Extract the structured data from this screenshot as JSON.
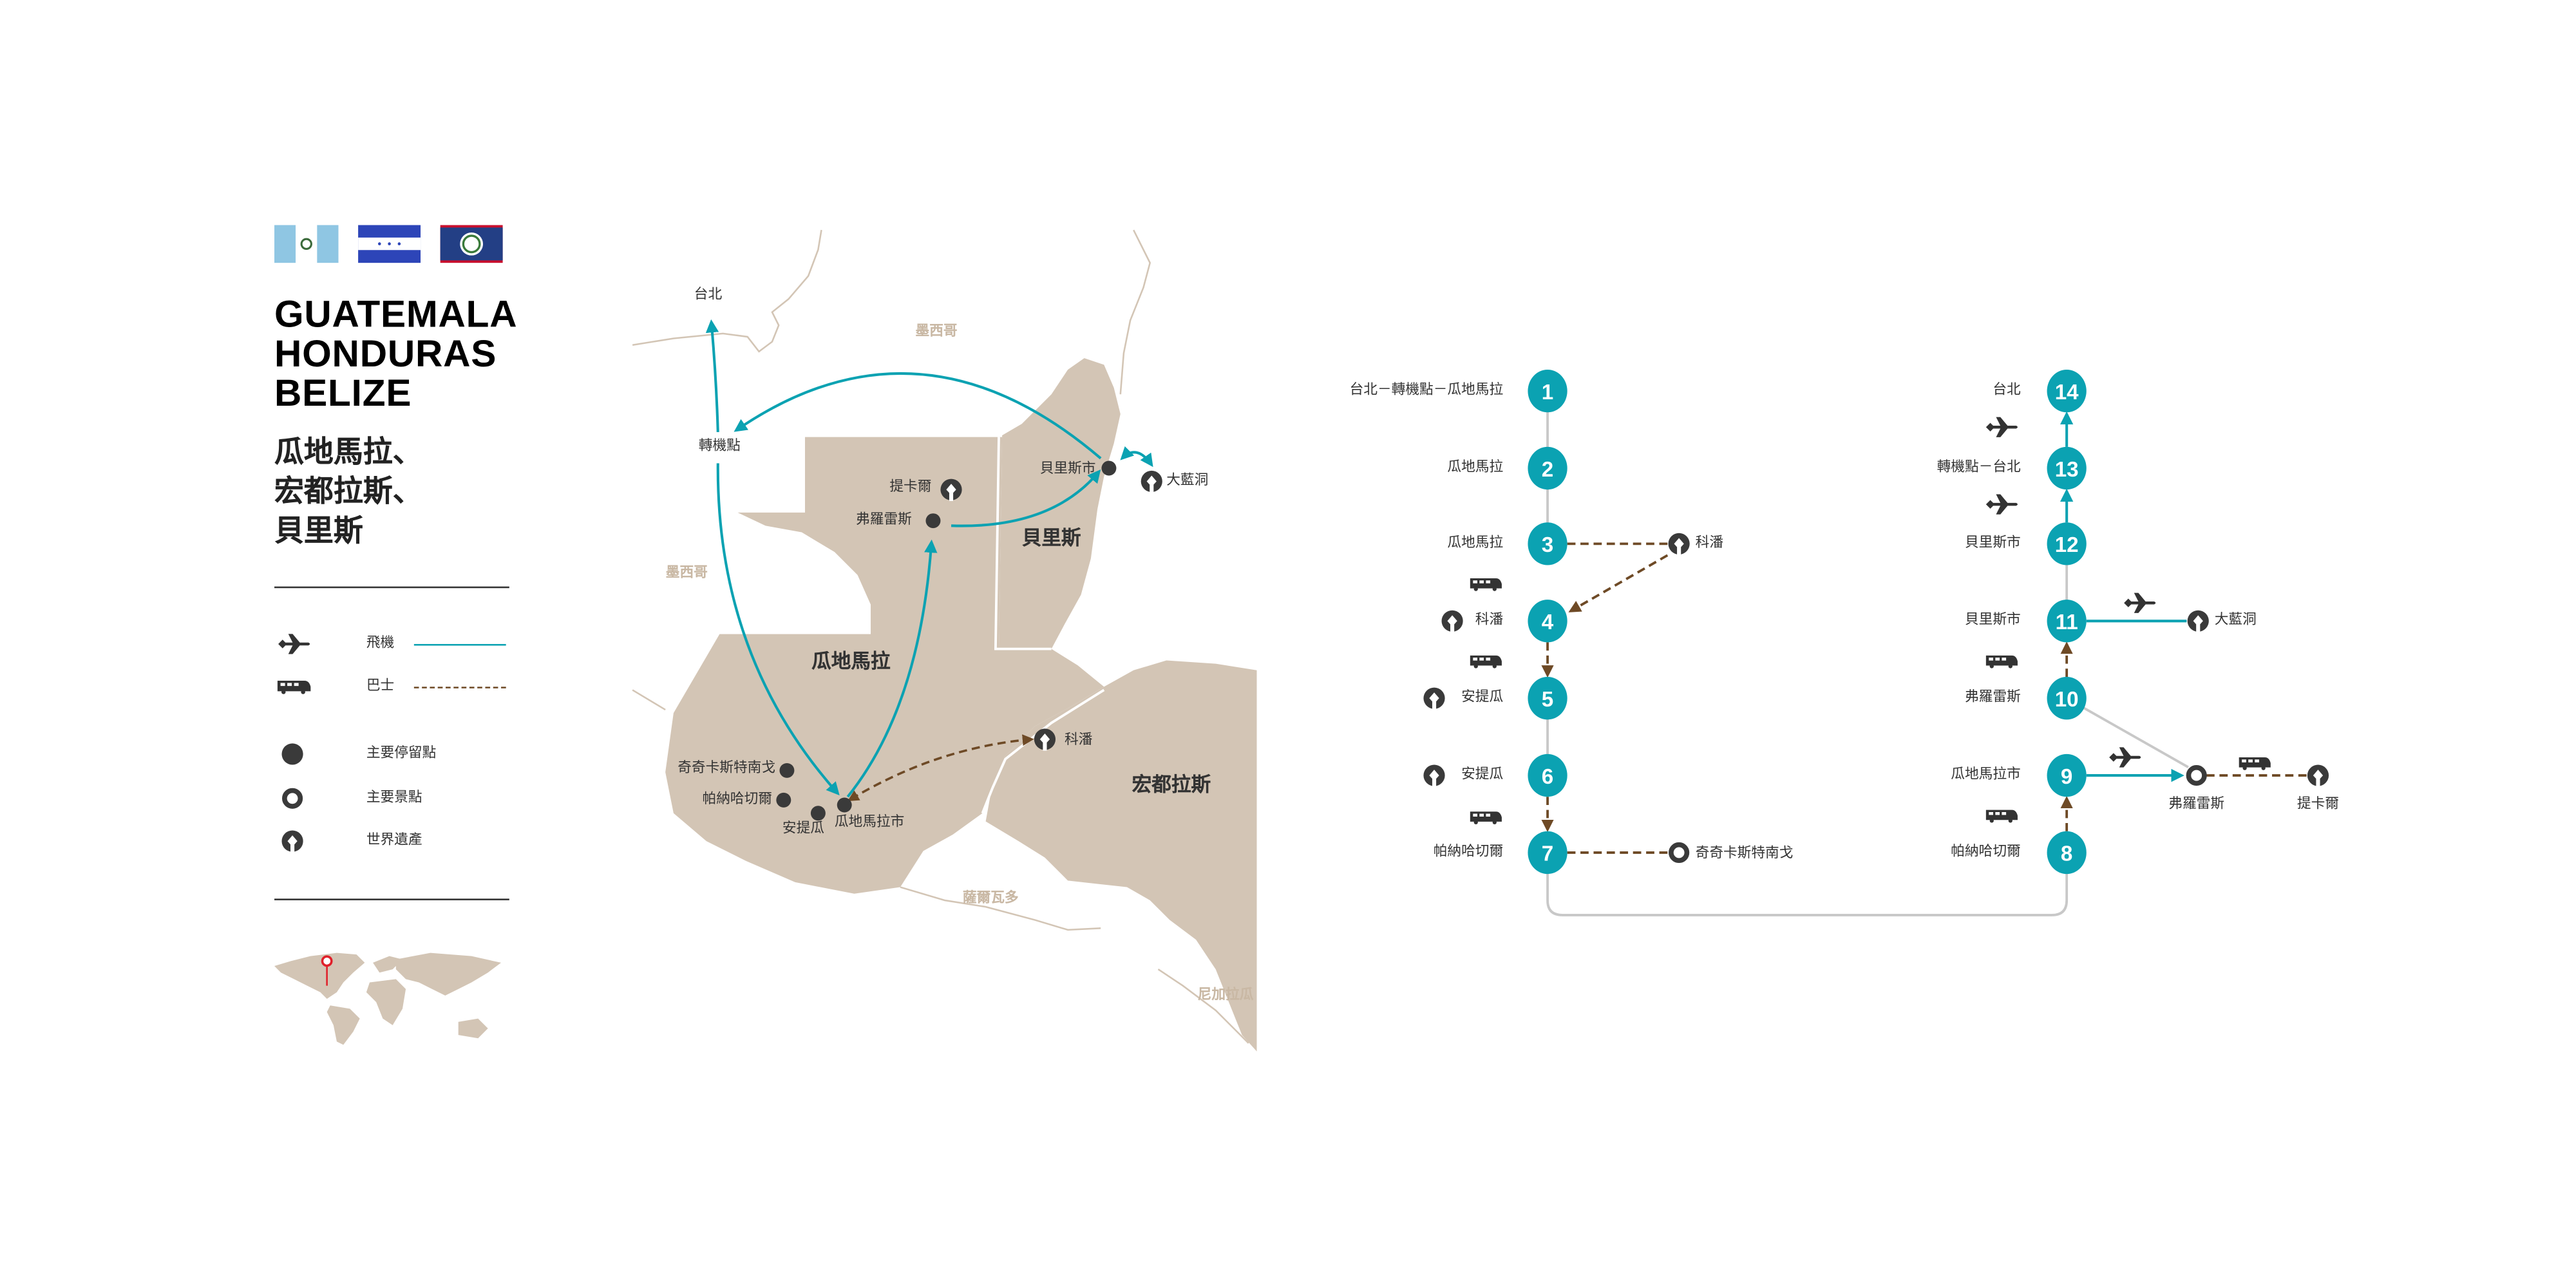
{
  "colors": {
    "teal": "#0ba2b2",
    "brown": "#6e4a26",
    "land": "#d3c5b5",
    "dark": "#3a3a3a",
    "grey": "#c8c8c8"
  },
  "flags": [
    "guatemala-flag",
    "honduras-flag",
    "belize-flag"
  ],
  "title": {
    "en": [
      "GUATEMALA",
      "HONDURAS",
      "BELIZE"
    ],
    "zh": [
      "瓜地馬拉、",
      "宏都拉斯、",
      "貝里斯"
    ]
  },
  "legend": {
    "plane": "飛機",
    "bus": "巴士",
    "stop": "主要停留點",
    "spot": "主要景點",
    "heritage": "世界遺產"
  },
  "map": {
    "countries": {
      "guatemala": "瓜地馬拉",
      "belize": "貝里斯",
      "honduras": "宏都拉斯",
      "mexico": "墨西哥",
      "salvador": "薩爾瓦多",
      "nicaragua": "尼加拉瓜"
    },
    "places": {
      "taipei": "台北",
      "transfer": "轉機點",
      "tikal": "提卡爾",
      "flores": "弗羅雷斯",
      "belize_city": "貝里斯市",
      "blue_hole": "大藍洞",
      "copan": "科潘",
      "chichi": "奇奇卡斯特南戈",
      "panajachel": "帕納哈切爾",
      "antigua": "安提瓜",
      "guatemala_city": "瓜地馬拉市"
    }
  },
  "itinerary": {
    "steps": [
      {
        "n": "1",
        "label": "台北－轉機點－瓜地馬拉"
      },
      {
        "n": "2",
        "label": "瓜地馬拉"
      },
      {
        "n": "3",
        "label": "瓜地馬拉"
      },
      {
        "n": "4",
        "label": "科潘"
      },
      {
        "n": "5",
        "label": "安提瓜"
      },
      {
        "n": "6",
        "label": "安提瓜"
      },
      {
        "n": "7",
        "label": "帕納哈切爾"
      },
      {
        "n": "8",
        "label": "帕納哈切爾"
      },
      {
        "n": "9",
        "label": "瓜地馬拉市"
      },
      {
        "n": "10",
        "label": "弗羅雷斯"
      },
      {
        "n": "11",
        "label": "貝里斯市"
      },
      {
        "n": "12",
        "label": "貝里斯市"
      },
      {
        "n": "13",
        "label": "轉機點－台北"
      },
      {
        "n": "14",
        "label": "台北"
      }
    ],
    "side": {
      "copan": "科潘",
      "chichi": "奇奇卡斯特南戈",
      "blue_hole": "大藍洞",
      "flores": "弗羅雷斯",
      "tikal": "提卡爾"
    }
  }
}
